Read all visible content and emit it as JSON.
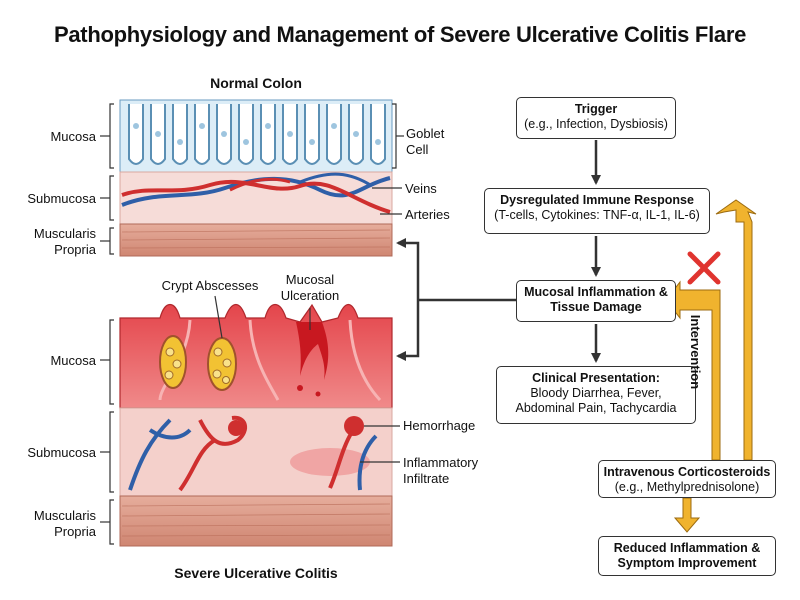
{
  "title": "Pathophysiology and Management of Severe Ulcerative Colitis Flare",
  "normal_colon": {
    "heading": "Normal Colon",
    "layers": [
      "Mucosa",
      "Submucosa",
      "Muscularis",
      "Propria"
    ],
    "right_labels": [
      "Goblet",
      "Cell",
      "Veins",
      "Arteries"
    ]
  },
  "severe_colitis": {
    "heading": "Severe Ulcerative Colitis",
    "layers": [
      "Mucosa",
      "Submucosa",
      "Muscularis",
      "Propria"
    ],
    "top_labels": [
      "Crypt Abscesses",
      "Mucosal",
      "Ulceration"
    ],
    "right_labels": [
      "Hemorrhage",
      "Inflammatory",
      "Infiltrate"
    ]
  },
  "flow": {
    "trigger": {
      "title": "Trigger",
      "lines": [
        "(e.g., Infection, Dysbiosis)"
      ]
    },
    "immune": {
      "title": "Dysregulated Immune Response",
      "lines": [
        "(T-cells, Cytokines: TNF-α, IL-1, IL-6)"
      ]
    },
    "inflammation": {
      "title": "Mucosal Inflammation &",
      "lines": [
        "Tissue Damage"
      ]
    },
    "clinical": {
      "title": "Clinical Presentation:",
      "lines": [
        "Bloody Diarrhea, Fever,",
        "Abdominal Pain, Tachycardia"
      ]
    },
    "steroids": {
      "title": "Intravenous Corticosteroids",
      "lines": [
        "(e.g., Methylprednisolone)"
      ]
    },
    "outcome": {
      "title": "Reduced Inflammation &",
      "lines": [
        "Symptom Improvement"
      ]
    }
  },
  "intervention_label": "Intervention",
  "colors": {
    "mucosa_normal": "#dcedf7",
    "crypt_outline": "#5a8fb4",
    "submucosa": "#f6dcd8",
    "muscle": "#d99784",
    "vein": "#2f5fa8",
    "artery": "#cf2f2f",
    "inflamed_mucosa": "#e9555a",
    "abscess": "#f2c233",
    "intervention_arrow": "#f0b32e",
    "block_x": "#e0342f",
    "box_border": "#333333"
  }
}
